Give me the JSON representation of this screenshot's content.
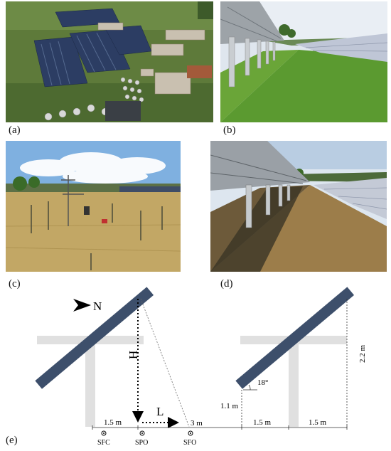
{
  "panels": {
    "a": {
      "label": "(a)",
      "description": "aerial"
    },
    "b": {
      "label": "(b)",
      "description": "under-array"
    },
    "c": {
      "label": "(c)",
      "description": "weather-station"
    },
    "d": {
      "label": "(d)",
      "description": "array-row"
    },
    "e": {
      "label": "(e)",
      "description": "schematic"
    }
  },
  "photo_d": {
    "timestamp": ""
  },
  "diagram": {
    "north_label": "N",
    "height_label": "H",
    "length_label": "L",
    "angle_label": "18°",
    "dim_1_5_left": "1.5 m",
    "dim_3": "3 m",
    "dim_1_1": "1.1 m",
    "dim_1_5_mid": "1.5 m",
    "dim_1_5_right": "1.5 m",
    "dim_2_2": "2.2 m",
    "sensors": [
      "SFC",
      "SPO",
      "SFO"
    ]
  },
  "colors": {
    "panel_blue": "#3d4f6b",
    "support_gray": "#e0e0e0",
    "sky": "#9cc3e6",
    "grass_green": "#4f8a2a",
    "dry_grass": "#b79a5a"
  }
}
